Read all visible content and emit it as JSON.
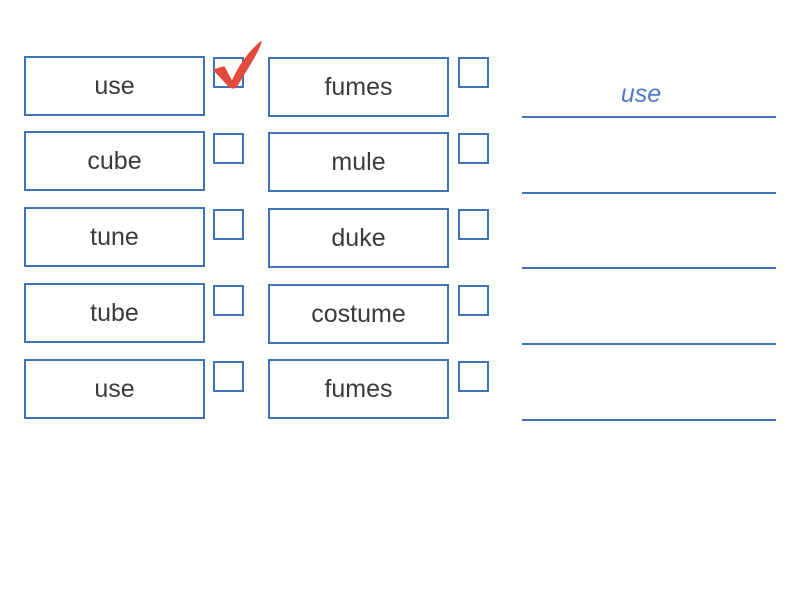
{
  "worksheet": {
    "column1": {
      "words": [
        "use",
        "cube",
        "tune",
        "tube",
        "use"
      ]
    },
    "column2": {
      "words": [
        "fumes",
        "mule",
        "duke",
        "costume",
        "fumes"
      ]
    },
    "checked": {
      "column1_row1": true
    },
    "answers": [
      "use",
      "",
      "",
      "",
      ""
    ]
  },
  "colors": {
    "box_border": "#3e73b5",
    "word_text": "#3b3b3b",
    "answer_text": "#5479c5",
    "checkmark": "#e24a3b"
  },
  "icons": {
    "check": "checkmark-icon"
  }
}
